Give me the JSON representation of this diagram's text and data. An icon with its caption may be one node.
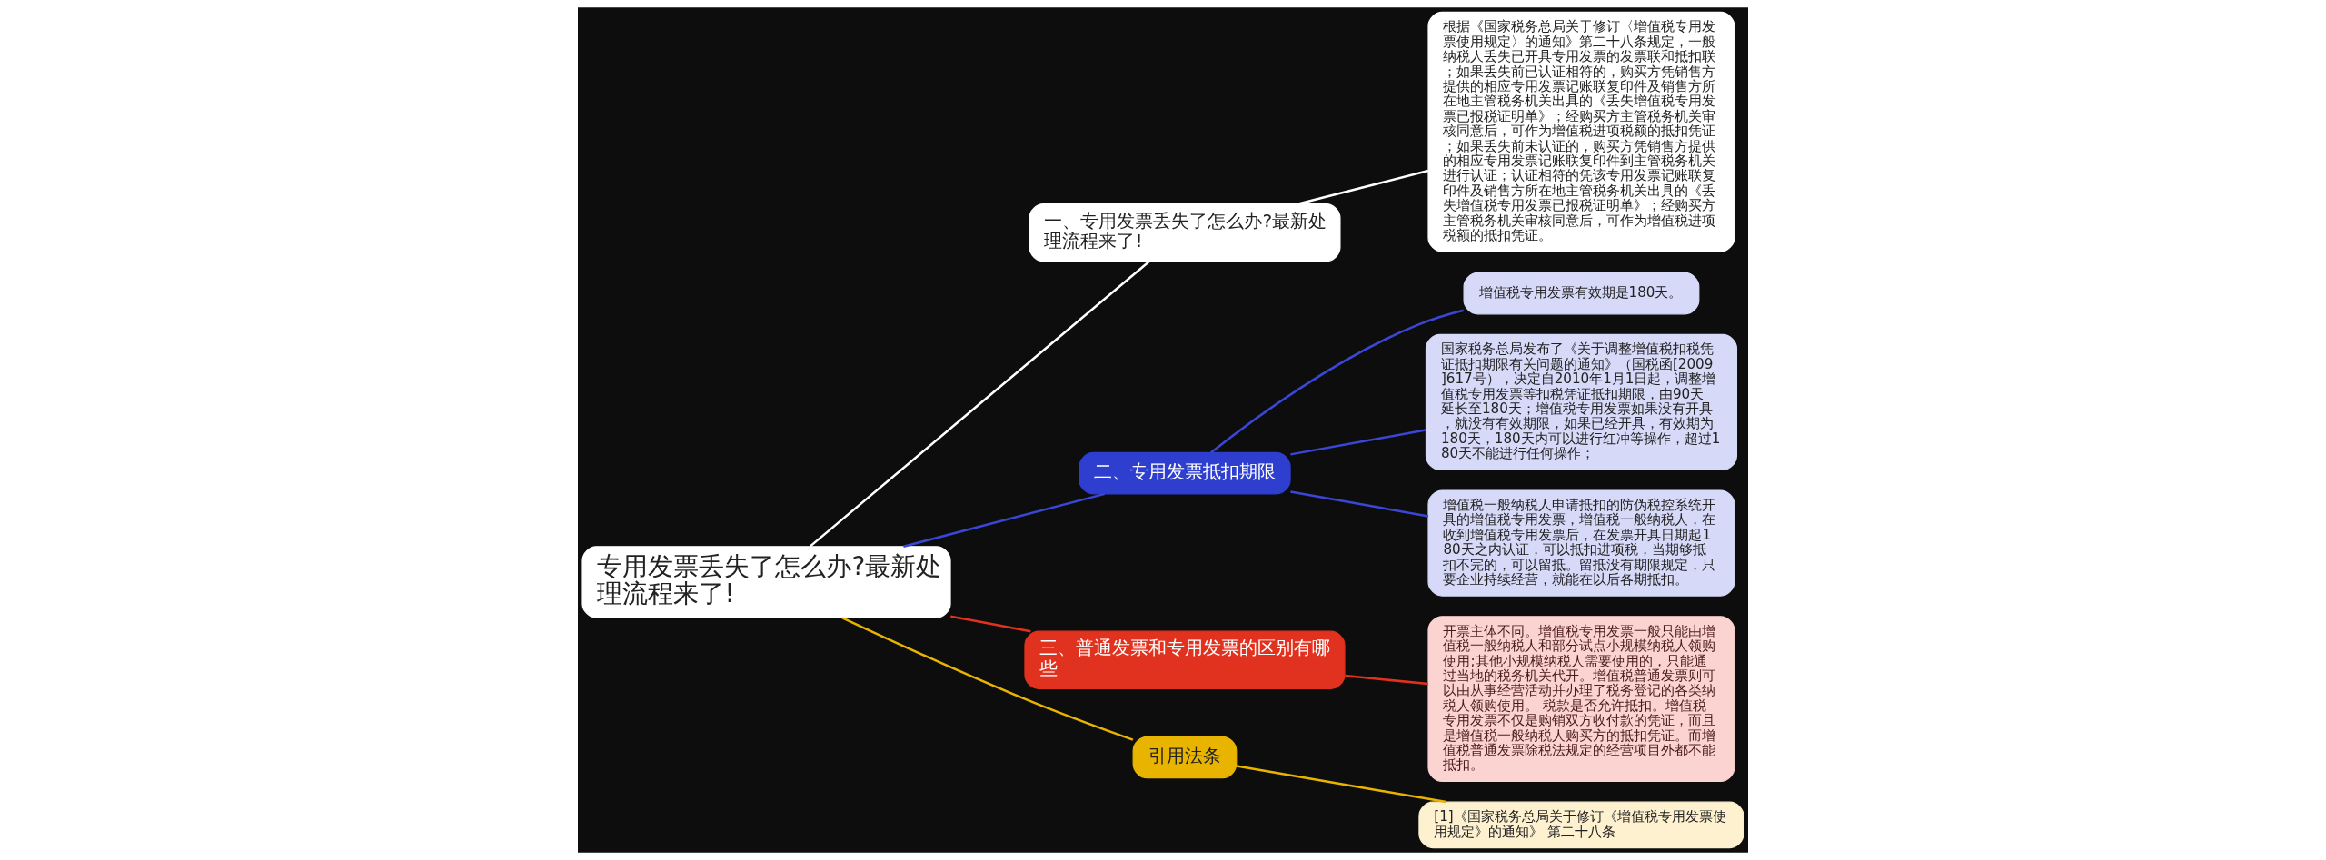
{
  "diagram": {
    "nodes": [
      {
        "text": [
          "专用发票丢失了怎么办?最新处理流程来了!"
        ]
      },
      {
        "text": [
          "一、专用发票丢失了怎么办?最新处理流程来了!"
        ]
      },
      {
        "text": [
          "根据《国家税务总局关于修订〈增值税专用发票使用规定〉的通知》第二十八条规定，一般纳税人丢失已开具专用发票的发票联和抵扣联；如果丢失前已认证相符的，购买方凭销售方提供的相应专用发票记账联复印件及销售方所在地主管税务机关出具的《丢失增值税专用发票已报税证明单》；经购买方主管税务机关审核同意后，可作为增值税进项税额的抵扣凭证；如果丢失前未认证的，购买方凭销售方提供的相应专用发票记账联复印件到主管税务机关进行认证；认证相符的凭该专用发票记账联复印件及销售方所在地主管税务机关出具的《丢失增值税专用发票已报税证明单》；经购买方主管税务机关审核同意后，可作为增值税进项税额的抵扣凭证。"
        ]
      },
      {
        "text": [
          "二、专用发票抵扣期限"
        ]
      },
      {
        "text": [
          "增值税专用发票有效期是180天。"
        ]
      },
      {
        "text": [
          "国家税务总局发布了《关于调整增值税扣税凭证抵扣期限有关问题的通知》（国税函[2009]617号），决定自2010年1月1日起，调整增值税专用发票等扣税凭证抵扣期限，由90天延长至180天；增值税专用发票如果没有开具，就没有有效期限，如果已经开具，有效期为180天，180天内可以进行红冲等操作，超过180天不能进行任何操作；"
        ]
      },
      {
        "text": [
          "增值税一般纳税人申请抵扣的防伪税控系统开具的增值税专用发票，增值税一般纳税人，在收到增值税专用发票后，在发票开具日期起180天之内认证，可以抵扣进项税，当期够抵扣不完的，可以留抵。留抵没有期限规定，只要企业持续经营，就能在以后各期抵扣。"
        ]
      },
      {
        "text": [
          "三、普通发票和专用发票的区别有哪些"
        ]
      },
      {
        "text": [
          "开票主体不同。增值税专用发票一般只能由增值税一般纳税人和部分试点小规模纳税人领购使用;其他小规模纳税人需要使用的，只能通过当地的税务机关代开。增值税普通发票则可以由从事经营活动并办理了税务登记的各类纳税人领购使用。 税款是否允许抵扣。增值税专用发票不仅是购销双方收付款的凭证，而且是增值税一般纳税人购买方的抵扣凭证。而增值税普通发票除税法规定的经营项目外都不能抵扣。"
        ]
      },
      {
        "text": [
          "引用法条"
        ]
      },
      {
        "text": [
          "[1]《国家税务总局关于修订《增值税专用发票使用规定》的通知》 第二十八条"
        ]
      }
    ],
    "edges": [
      {
        "from": 0,
        "to": 1,
        "arrow": "none",
        "color": "#ffffff"
      },
      {
        "from": 1,
        "to": 2,
        "arrow": "none",
        "color": "#ffffff"
      },
      {
        "from": 0,
        "to": 3,
        "arrow": "none",
        "color": "#3a46d6"
      },
      {
        "from": 3,
        "to": 4,
        "arrow": "none",
        "color": "#3a46d6"
      },
      {
        "from": 3,
        "to": 5,
        "arrow": "none",
        "color": "#3a46d6"
      },
      {
        "from": 3,
        "to": 6,
        "arrow": "none",
        "color": "#3a46d6"
      },
      {
        "from": 0,
        "to": 7,
        "arrow": "none",
        "color": "#e0321e"
      },
      {
        "from": 7,
        "to": 8,
        "arrow": "none",
        "color": "#e0321e"
      },
      {
        "from": 0,
        "to": 9,
        "arrow": "none",
        "color": "#e8b400"
      },
      {
        "from": 9,
        "to": 10,
        "arrow": "none",
        "color": "#e8b400"
      }
    ]
  }
}
